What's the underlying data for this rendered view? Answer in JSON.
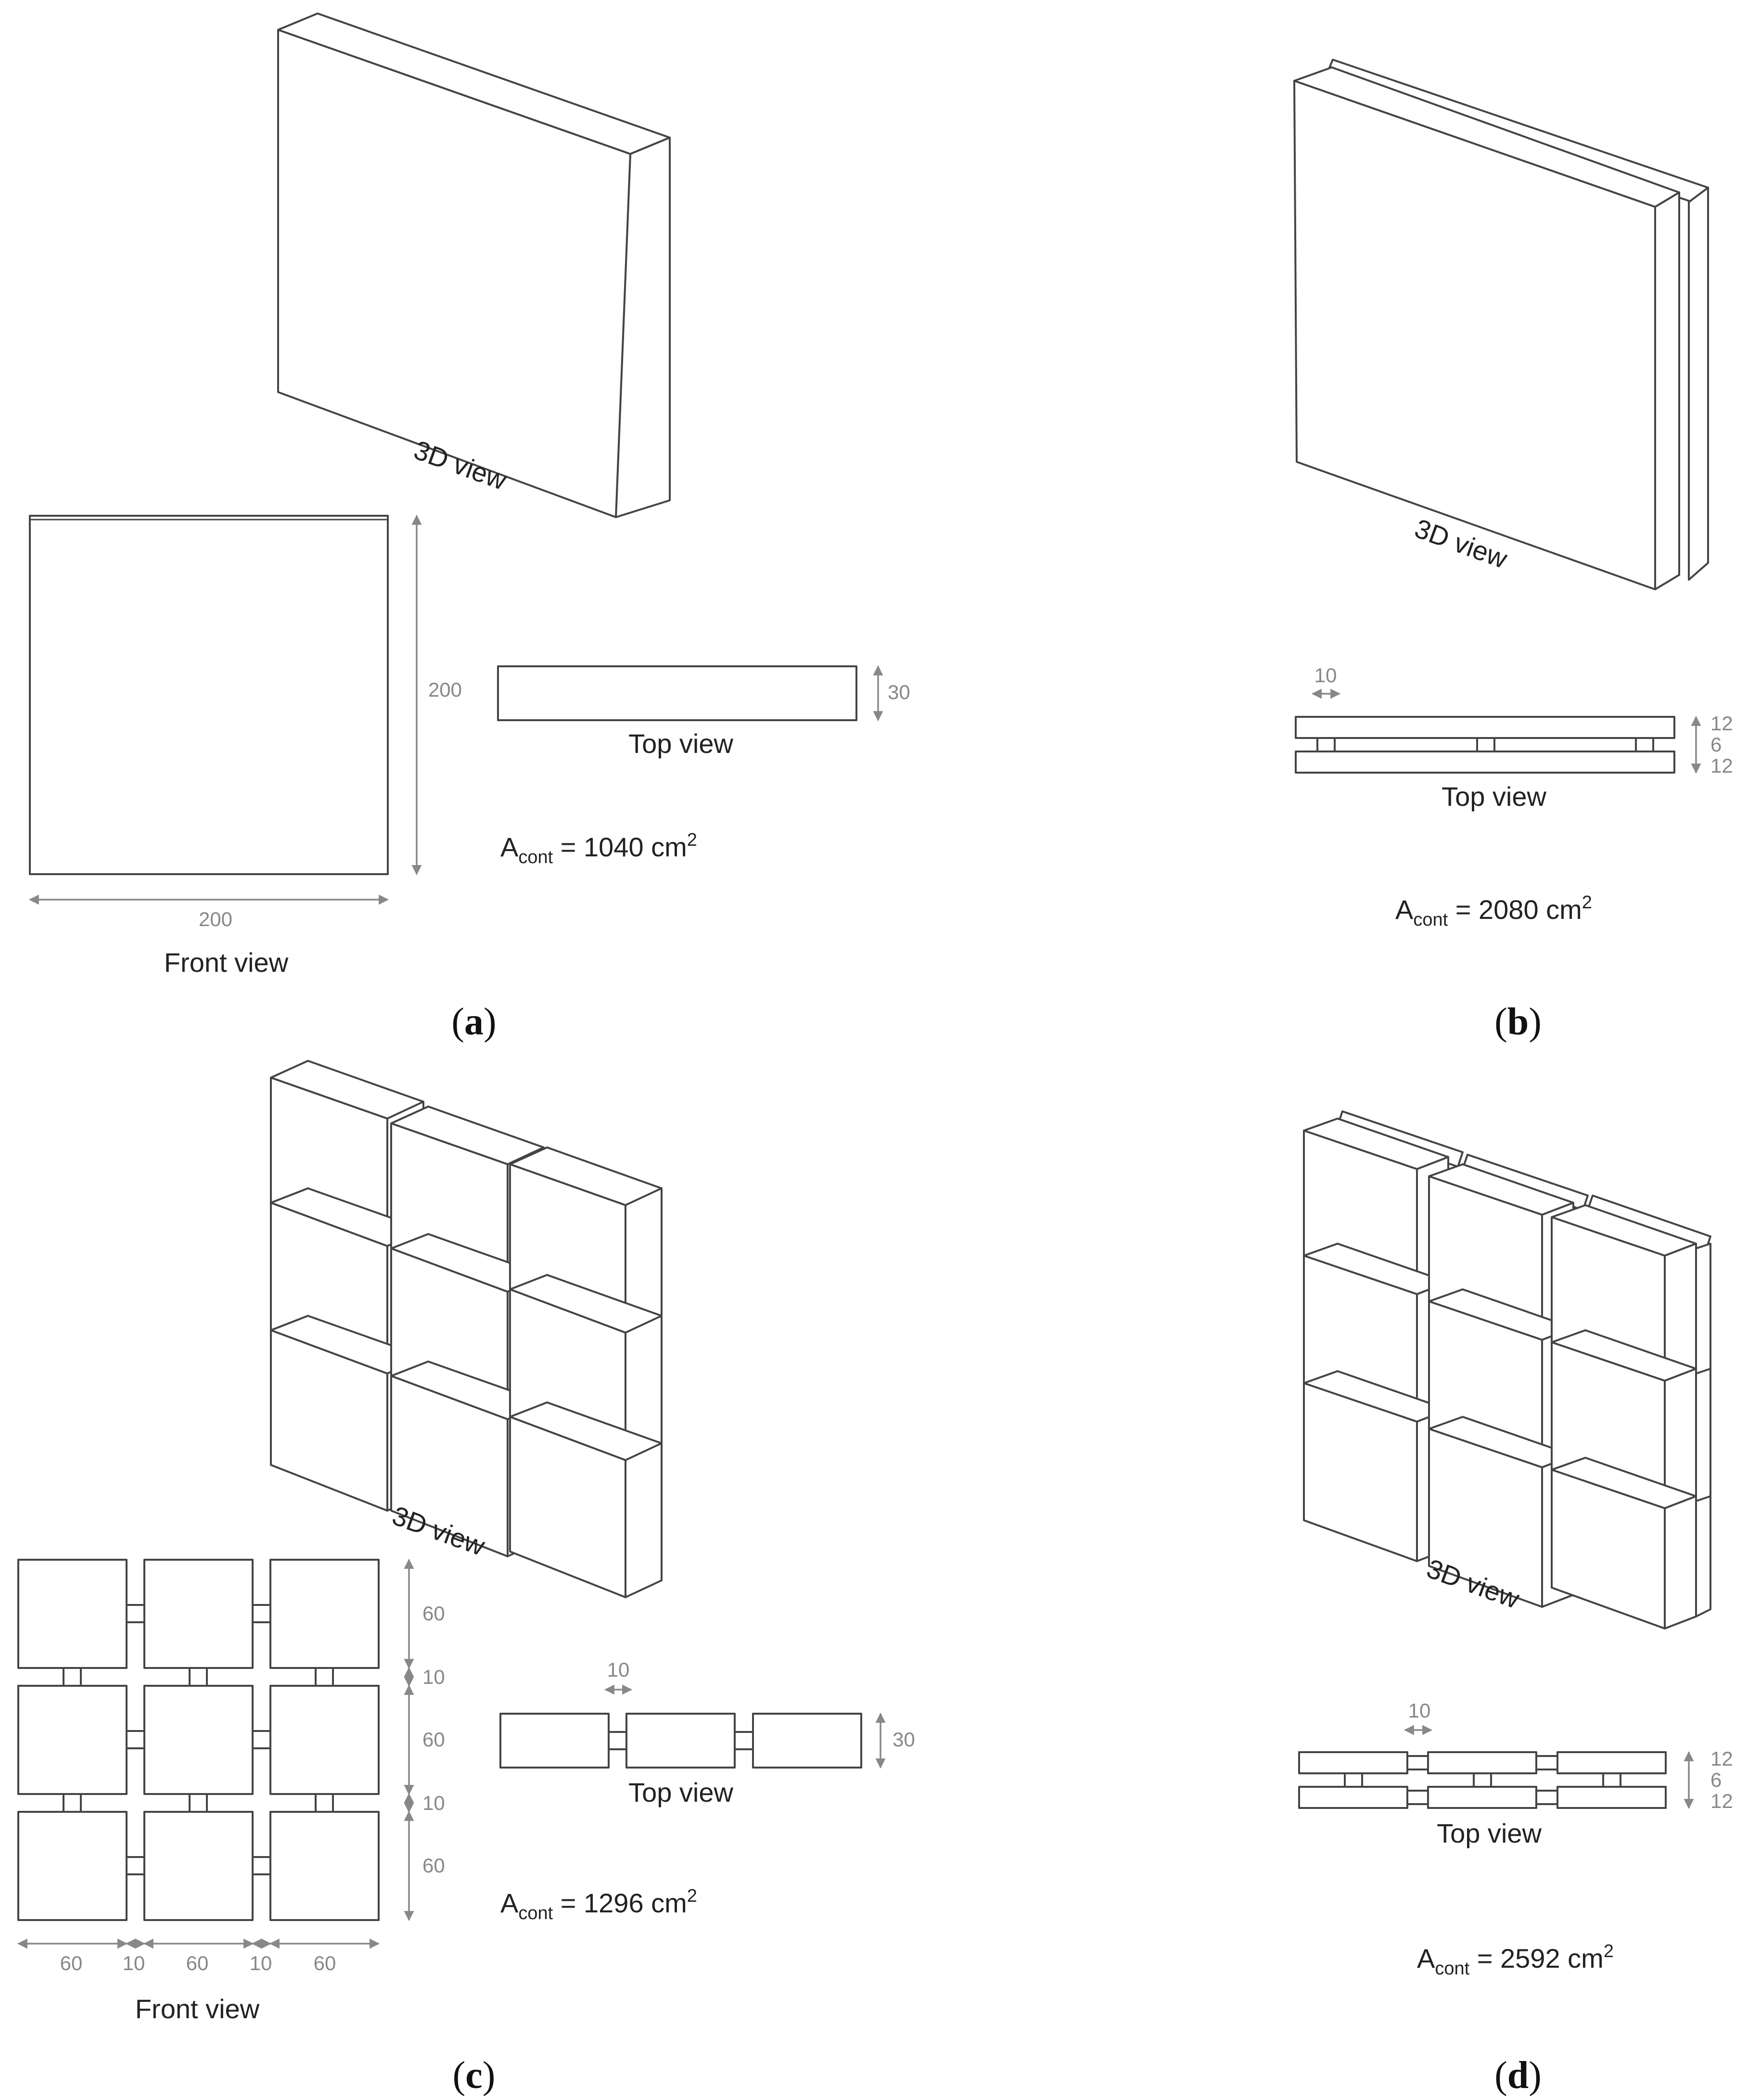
{
  "panels": {
    "a": {
      "caption": "a",
      "view_3d": "3D view",
      "view_front": "Front view",
      "view_top": "Top view",
      "dim_height": "200",
      "dim_width": "200",
      "dim_depth": "30",
      "area_symbol": "A",
      "area_sub": "cont",
      "area_value": " = 1040 cm",
      "area_exp": "2"
    },
    "b": {
      "caption": "b",
      "view_3d": "3D view",
      "view_top": "Top view",
      "dim_gap": "10",
      "dim_layer_1": "12",
      "dim_mid": "6",
      "dim_layer_2": "12",
      "area_symbol": "A",
      "area_sub": "cont",
      "area_value": " = 2080 cm",
      "area_exp": "2"
    },
    "c": {
      "caption": "c",
      "view_3d": "3D view",
      "view_front": "Front view",
      "view_top": "Top view",
      "dim_v_1": "60",
      "dim_v_2": "10",
      "dim_v_3": "60",
      "dim_v_4": "10",
      "dim_v_5": "60",
      "dim_h_1": "60",
      "dim_h_2": "10",
      "dim_h_3": "60",
      "dim_h_4": "10",
      "dim_h_5": "60",
      "dim_gap": "10",
      "dim_depth": "30",
      "area_symbol": "A",
      "area_sub": "cont",
      "area_value": " = 1296 cm",
      "area_exp": "2"
    },
    "d": {
      "caption": "d",
      "view_3d": "3D view",
      "view_top": "Top view",
      "dim_gap": "10",
      "dim_layer_1": "12",
      "dim_mid": "6",
      "dim_layer_2": "12",
      "area_symbol": "A",
      "area_sub": "cont",
      "area_value": " = 2592 cm",
      "area_exp": "2"
    }
  }
}
